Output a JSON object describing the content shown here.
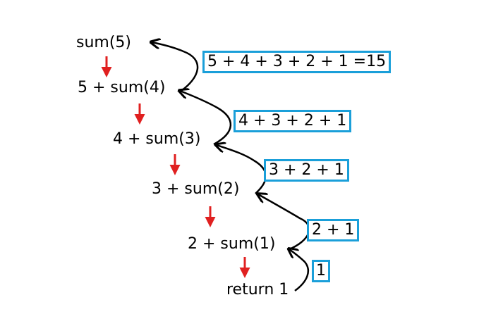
{
  "steps": [
    "sum(5)",
    "5 + sum(4)",
    "4 + sum(3)",
    "3 + sum(2)",
    "2 + sum(1)",
    "return 1"
  ],
  "results": [
    "5 + 4 + 3 + 2 + 1 =15",
    "4 + 3 + 2 + 1",
    "3 + 2 + 1",
    "2 + 1",
    "1"
  ],
  "colors": {
    "call_arrow": "#e02020",
    "return_arrow": "#000000",
    "result_box": "#1a9fd9"
  }
}
